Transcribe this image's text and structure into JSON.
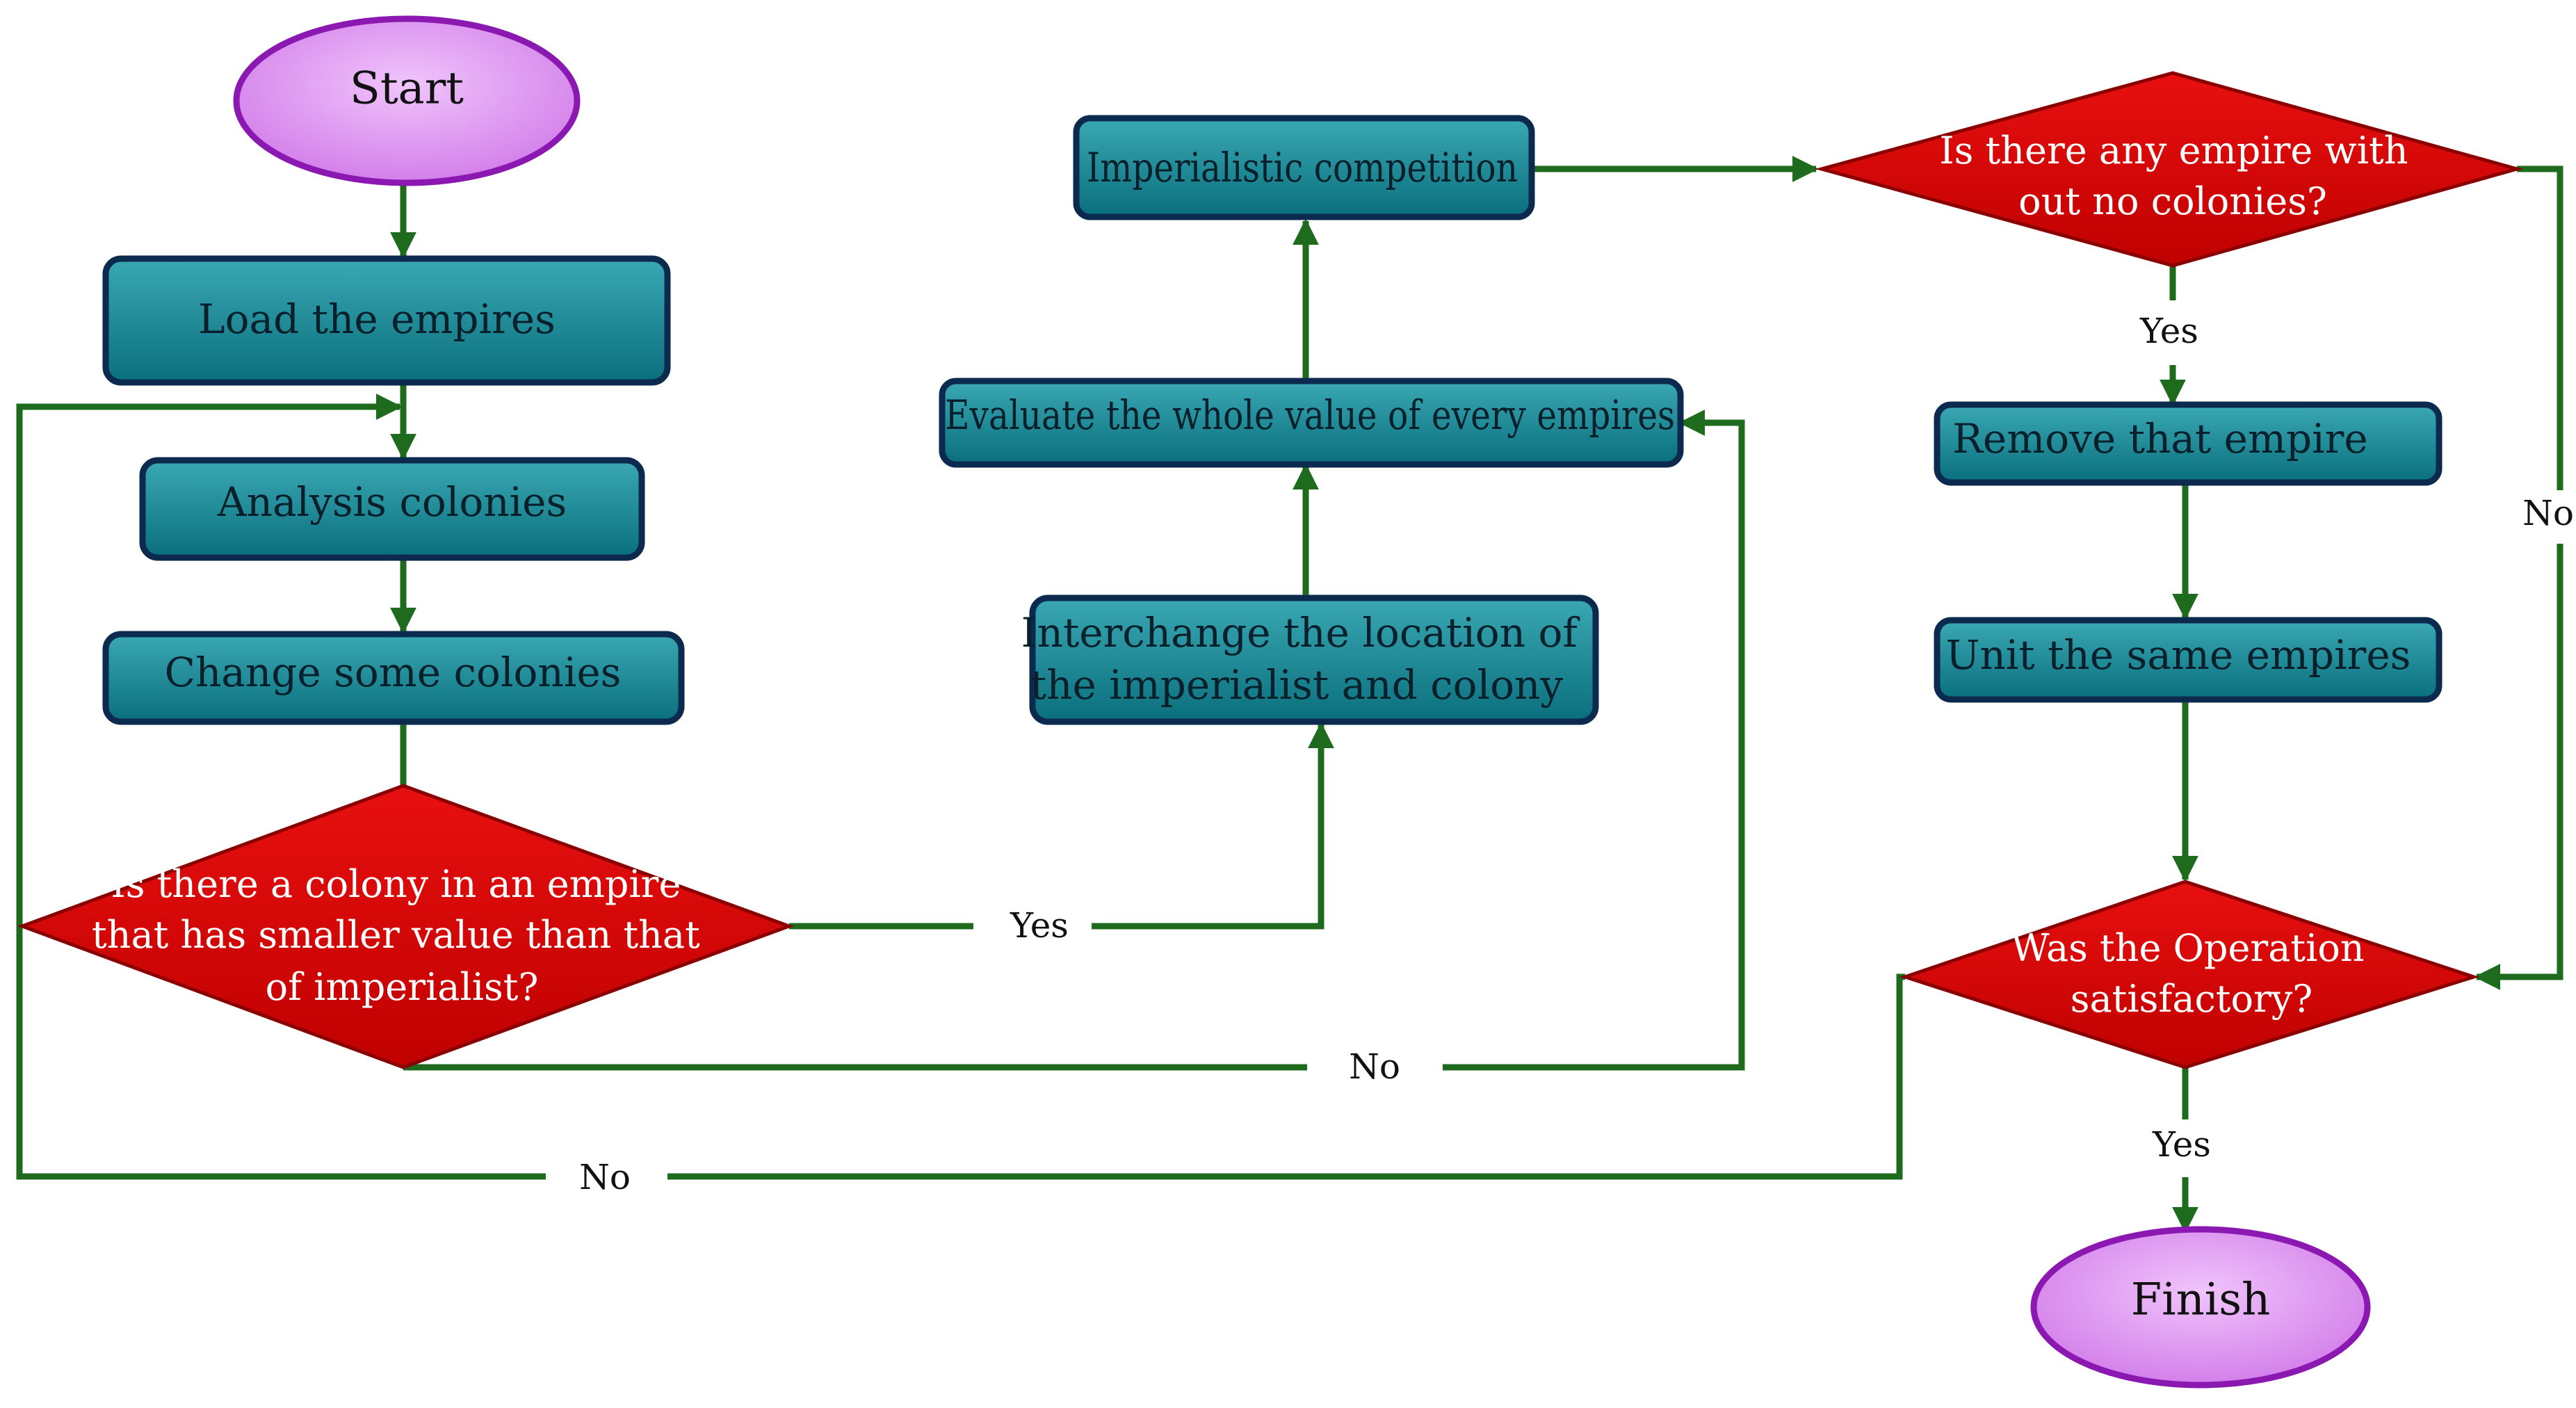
{
  "colors": {
    "process_fill_top": "#3aa8b4",
    "process_fill_bottom": "#0a6f7c",
    "process_border": "#0b2a4e",
    "decision_fill": "#dd0000",
    "terminal_fill": "#dc8cf0",
    "terminal_border": "#8b18b0",
    "arrow": "#1e6b1e"
  },
  "nodes": {
    "start": "Start",
    "load_empires": "Load the empires",
    "analysis_colonies": "Analysis colonies",
    "change_colonies": "Change some colonies",
    "colony_decision": [
      "Is there a colony in an empire",
      "that has smaller value than that",
      "of imperialist?"
    ],
    "interchange": [
      "Interchange the location of",
      "the imperialist and colony"
    ],
    "evaluate": "Evaluate the whole value of every empires",
    "imperialistic_competition": "Imperialistic competition",
    "empire_decision": [
      "Is there any empire with",
      "out no colonies?"
    ],
    "remove_empire": "Remove that empire",
    "unit_empires": "Unit the same empires",
    "operation_decision": [
      "Was the Operation",
      "satisfactory?"
    ],
    "finish": "Finish"
  },
  "edge_labels": {
    "colony_yes": "Yes",
    "colony_no": "No",
    "empire_yes": "Yes",
    "empire_no": "No",
    "operation_yes": "Yes",
    "operation_no": "No"
  }
}
